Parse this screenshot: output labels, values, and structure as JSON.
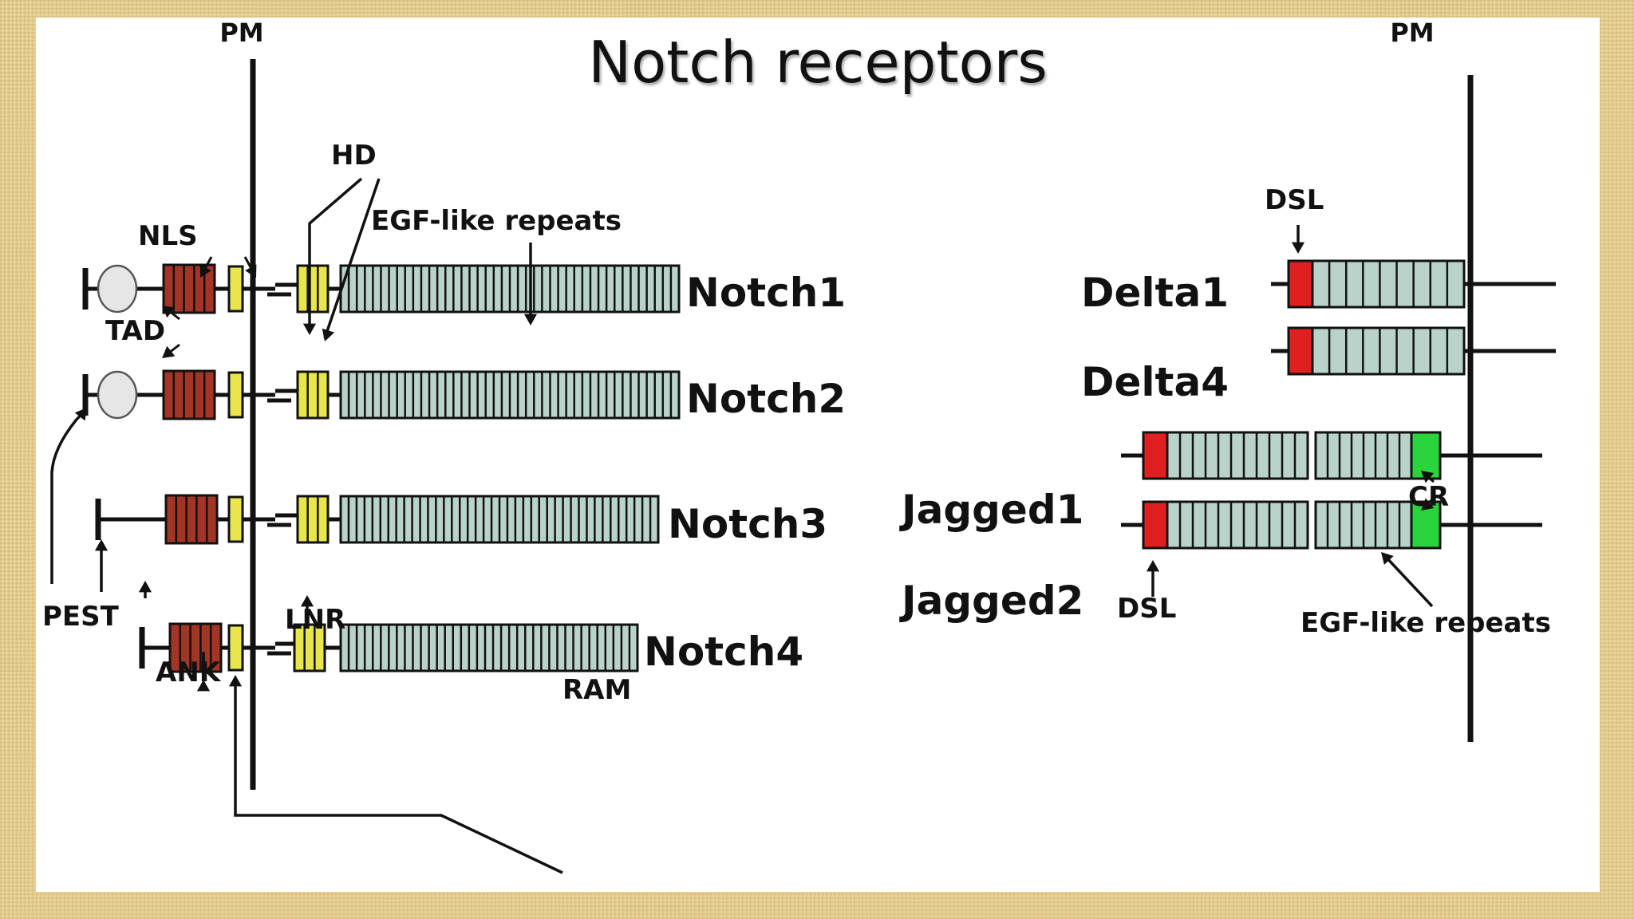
{
  "title": "Notch receptors",
  "labels": {
    "pm_left": "PM",
    "pm_right": "PM",
    "hd": "HD",
    "egf_top": "EGF-like repeats",
    "nls": "NLS",
    "tad": "TAD",
    "pest": "PEST",
    "ank": "ANK",
    "ram": "RAM",
    "lnr": "LNR",
    "dsl_top": "DSL",
    "cr": "CR",
    "dsl_bottom": "DSL",
    "egf_bottom": "EGF-like repeats"
  },
  "receptors": [
    {
      "name": "Notch1"
    },
    {
      "name": "Notch2"
    },
    {
      "name": "Notch3"
    },
    {
      "name": "Notch4"
    }
  ],
  "ligands": [
    {
      "name": "Delta1"
    },
    {
      "name": "Delta4"
    },
    {
      "name": "Jagged1"
    },
    {
      "name": "Jagged2"
    }
  ],
  "colors": {
    "egf": "#b9d3cb",
    "ank": "#a33526",
    "lnr": "#e8e64a",
    "dsl": "#e02020",
    "cr": "#2ad43a",
    "tad": "#e6e6e6",
    "line": "#111111"
  }
}
